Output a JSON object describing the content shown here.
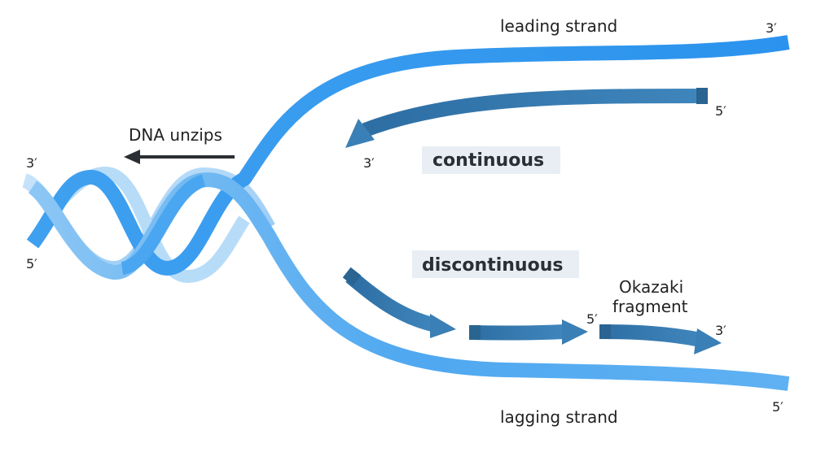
{
  "diagram": {
    "leading_strand_label": "leading strand",
    "lagging_strand_label": "lagging strand",
    "unzip_label": "DNA unzips",
    "continuous_label": "continuous",
    "discontinuous_label": "discontinuous",
    "okazaki_label_line1": "Okazaki",
    "okazaki_label_line2": "fragment",
    "ends": {
      "helix_top_left": "3′",
      "helix_bottom_left": "5′",
      "leading_right": "3′",
      "lagging_right": "5′",
      "continuous_start": "5′",
      "continuous_end": "3′",
      "okazaki_start": "5′",
      "okazaki_end": "3′"
    }
  },
  "colors": {
    "parent_strand": "#2f96ee",
    "parent_strand_light": "#a9d4f7",
    "new_strand": "#3a7fb5",
    "new_strand_dark": "#2a6491",
    "label_box": "#e9eef4",
    "arrow_dark": "#2b2f33"
  }
}
